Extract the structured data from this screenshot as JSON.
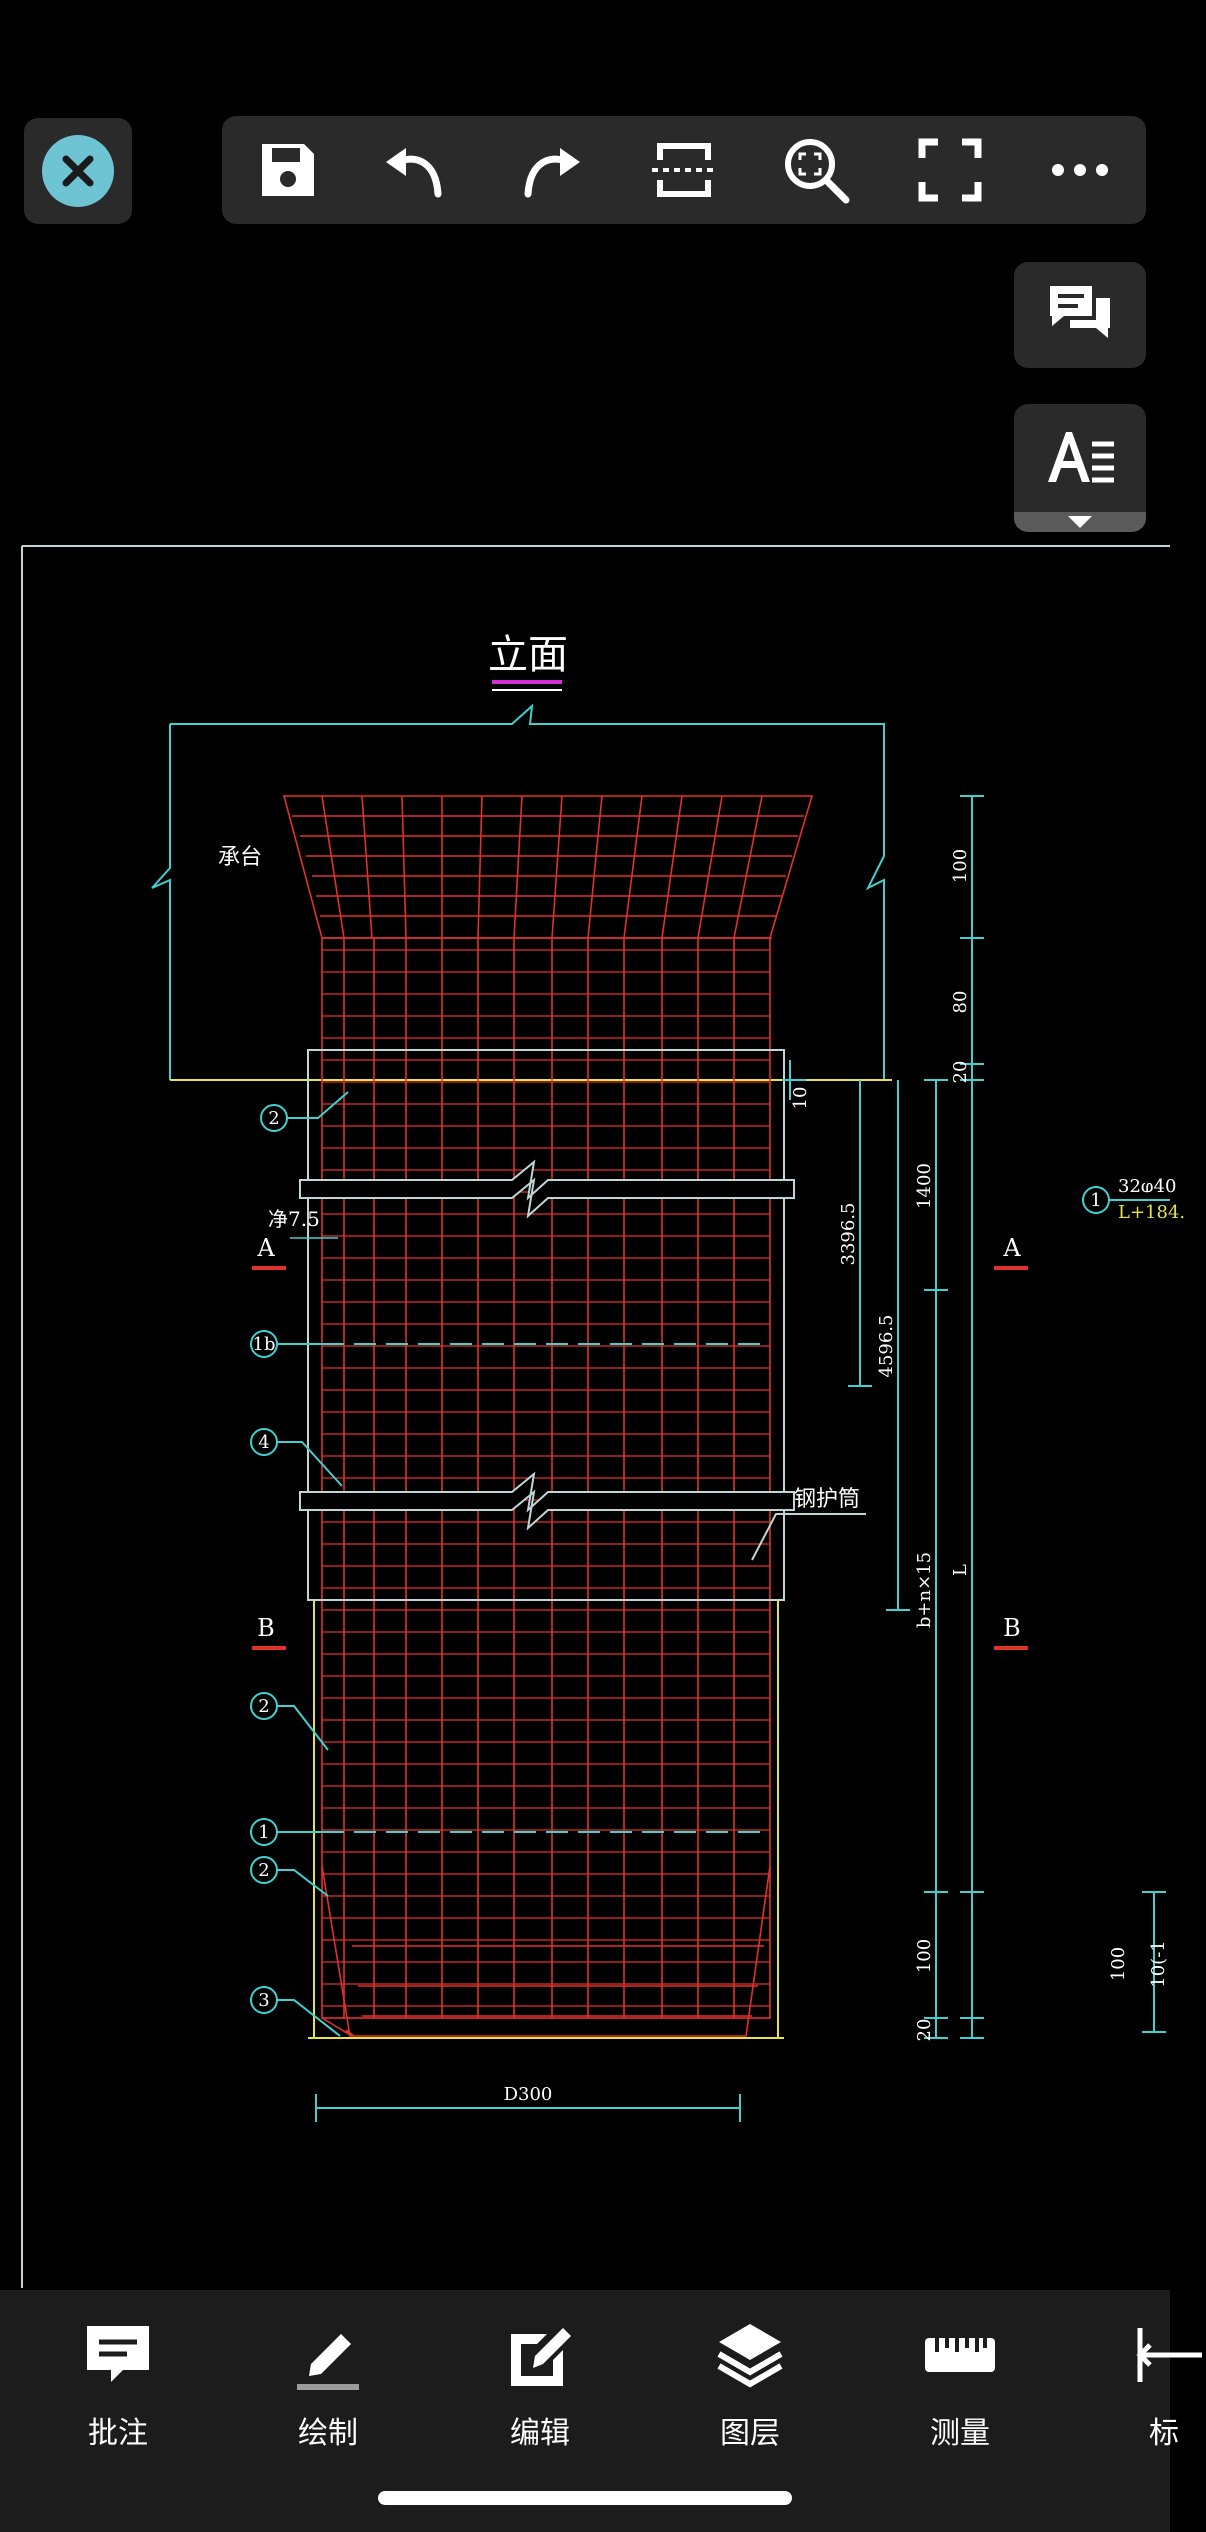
{
  "toolbar": {
    "buttons": [
      {
        "icon": "save-icon"
      },
      {
        "icon": "undo-icon"
      },
      {
        "icon": "redo-icon"
      },
      {
        "icon": "section-icon"
      },
      {
        "icon": "zoom-fit-icon"
      },
      {
        "icon": "fullscreen-icon"
      },
      {
        "icon": "more-icon"
      }
    ]
  },
  "drawing": {
    "title": "立面",
    "cap_label": "承台",
    "net_label": "净7.5",
    "casing_label": "钢护筒",
    "section_a": "A",
    "section_b": "B",
    "callouts": [
      "2",
      "1b",
      "4",
      "2",
      "1",
      "2",
      "3",
      "1"
    ],
    "dims": {
      "d100_top": "100",
      "d80": "80",
      "d20_top": "20",
      "d10": "10",
      "d1400": "1400",
      "d3396": "3396.5",
      "d4596": "4596.5",
      "dbn": "b+n×15",
      "dL": "L",
      "d100_bot": "100",
      "d20_bot": "20",
      "dD300": "D300",
      "d100_right": "100",
      "d10_right": "10(-1"
    },
    "rebar_note_1": "32ⱷ40",
    "rebar_note_2": "L+184."
  },
  "bottom_tools": [
    {
      "label": "批注",
      "icon": "annotate-icon"
    },
    {
      "label": "绘制",
      "icon": "draw-pencil-icon"
    },
    {
      "label": "编辑",
      "icon": "edit-icon"
    },
    {
      "label": "图层",
      "icon": "layers-icon"
    },
    {
      "label": "测量",
      "icon": "ruler-icon"
    },
    {
      "label": "标",
      "icon": "dimension-icon"
    }
  ],
  "colors": {
    "accent": "#6fc4d4",
    "cyan": "#3fd1d1",
    "red": "#e0322a",
    "magenta": "#d42fd4",
    "yellow": "#e6e24a"
  }
}
